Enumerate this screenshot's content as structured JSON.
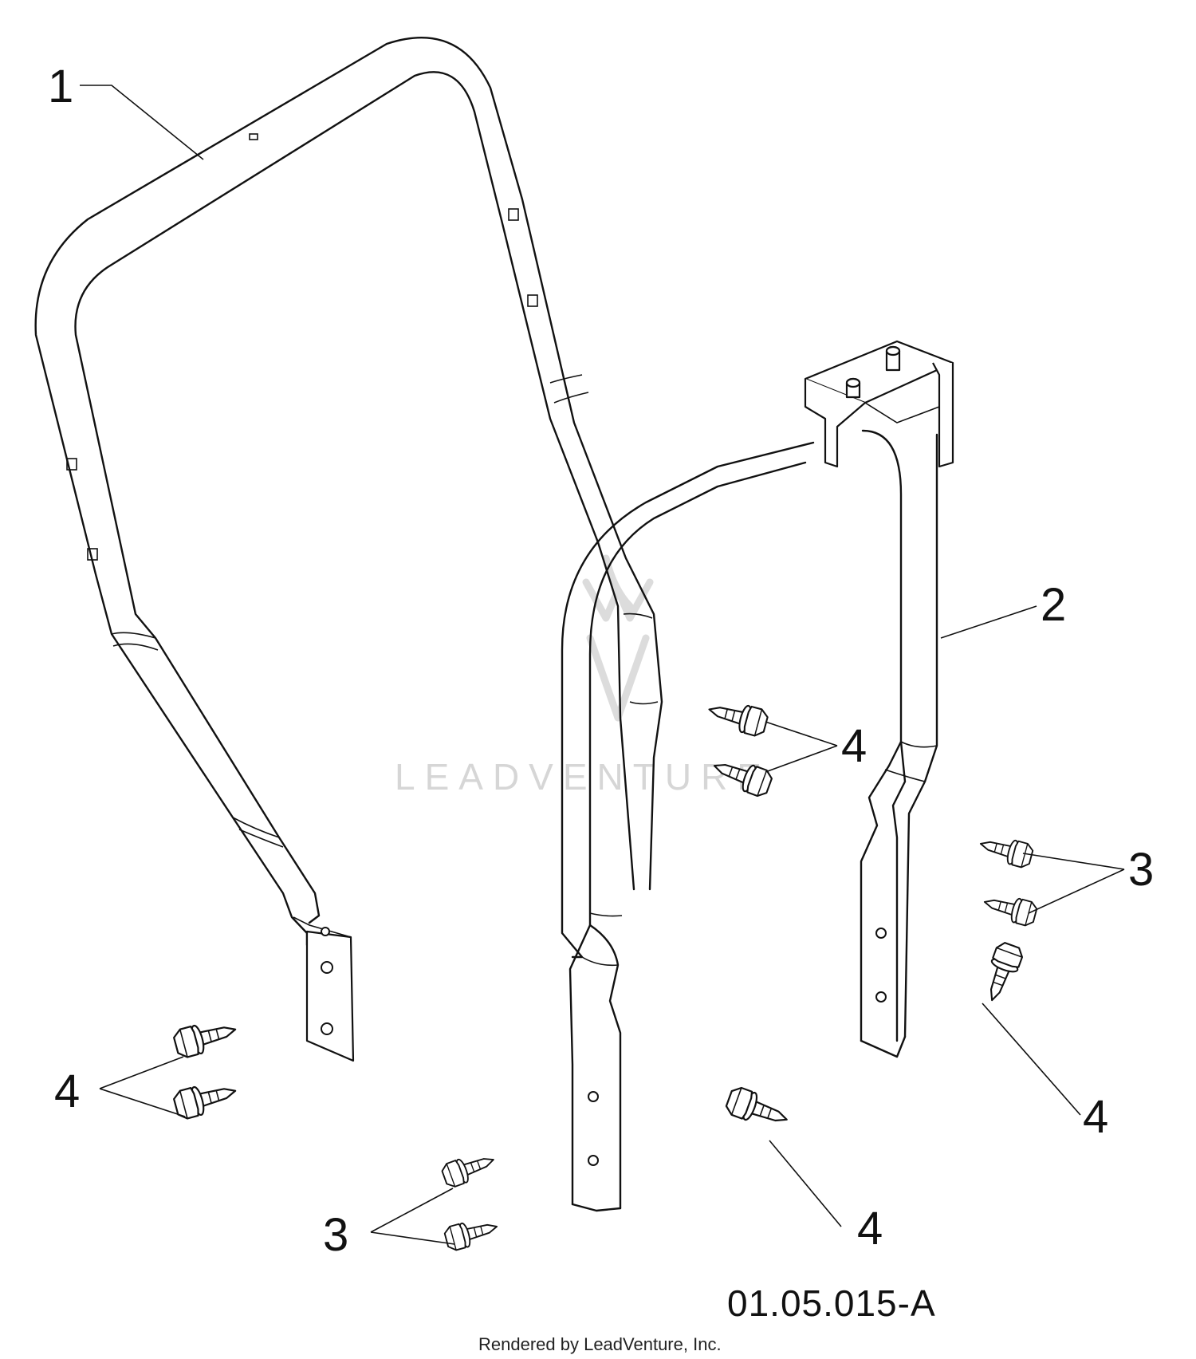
{
  "diagram": {
    "callouts": {
      "tube1": "1",
      "tube2": "2",
      "bolt4_left": "4",
      "bolts3_bottom": "3",
      "bolt4_center": "4",
      "bolt4_bottom": "4",
      "bolts3_right": "3",
      "bolt4_right": "4"
    },
    "reference_code": "01.05.015-A",
    "credit": "Rendered by LeadVenture, Inc.",
    "watermark": "LEADVENTURE",
    "watermark_icon": "leadventure-logo-icon"
  }
}
